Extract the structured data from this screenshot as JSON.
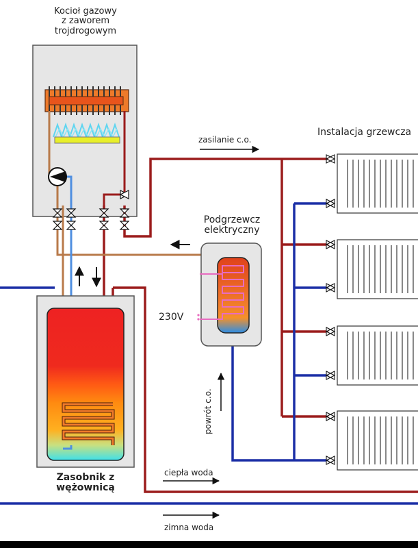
{
  "labels": {
    "boiler_line1": "Kocioł gazowy",
    "boiler_line2": "z zaworem",
    "boiler_line3": "trojdrogowym",
    "supply": "zasilanie c.o.",
    "installation": "Instalacja grzewcza",
    "heater_line1": "Podgrzewcz",
    "heater_line2": "elektryczny",
    "voltage": "230V",
    "return": "powrót c.o.",
    "tank_line1": "Zasobnik z",
    "tank_line2": "wężownicą",
    "hot_water": "ciepła woda",
    "cold_water": "zimna woda"
  },
  "colors": {
    "hot_pipe": "#9b1c1c",
    "cold_pipe": "#1b2fa6",
    "circuit_pipe": "#b87a4a",
    "inner_blue": "#4f8fe0",
    "housing_fill": "#e6e6e6",
    "tank_red": "#ee2222",
    "tank_orange": "#ff7a10",
    "tank_cyan": "#3fe0ea",
    "burner_yellow": "#e8ef2a",
    "flame_cyan": "#5fd5f0",
    "heater_coil": "#f07a2a"
  },
  "icons": {
    "pump": "pump-icon",
    "valve": "valve-icon",
    "three_way_valve": "three-way-valve-icon",
    "arrow": "flow-arrow-icon",
    "radiator": "radiator-icon"
  }
}
